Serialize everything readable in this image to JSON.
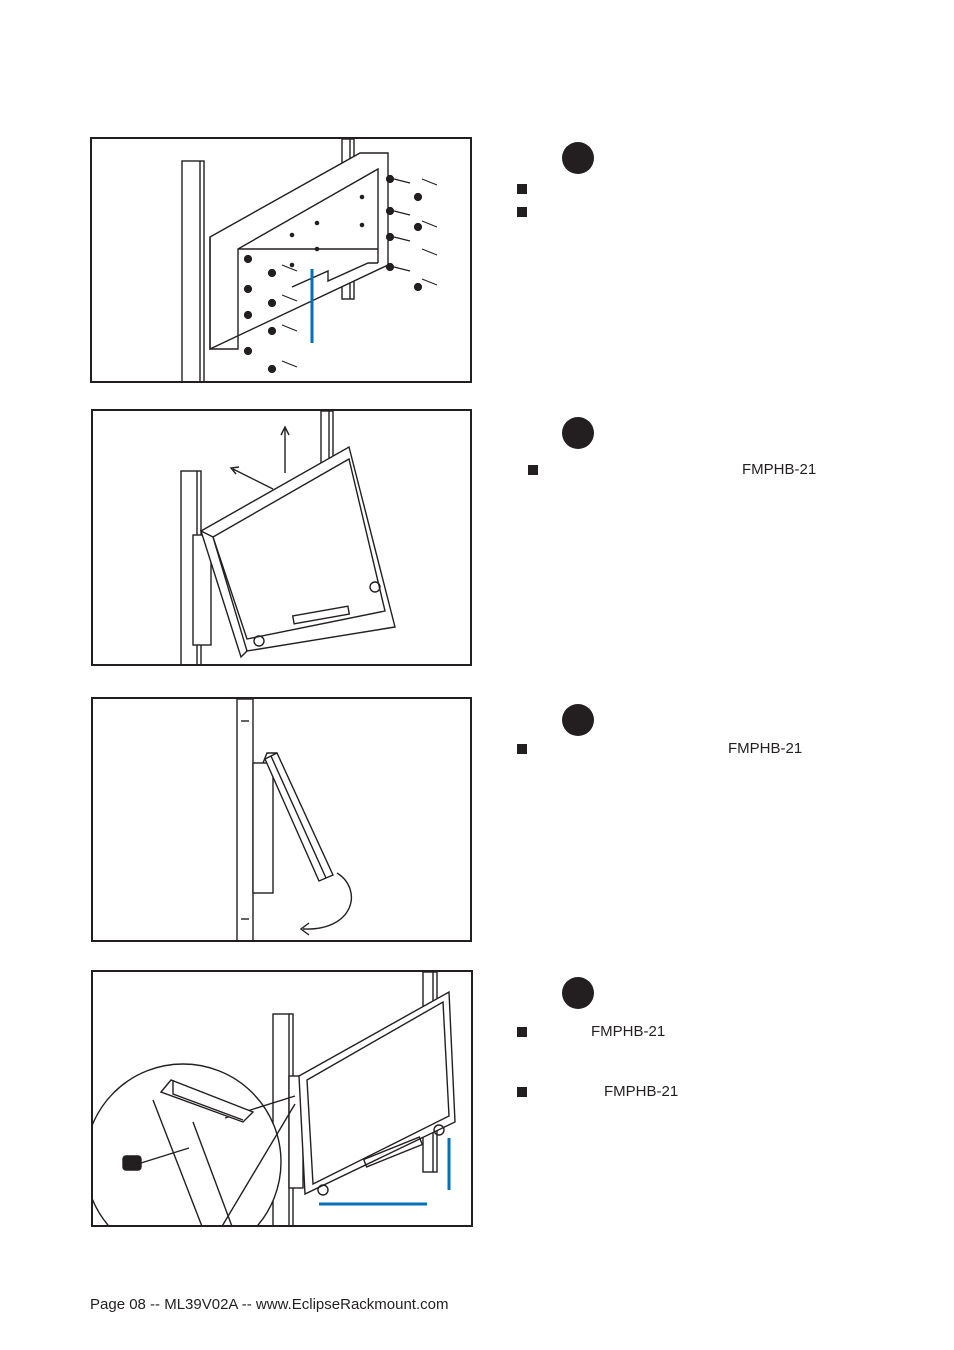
{
  "steps": [
    {
      "model_label": ""
    },
    {
      "model_label": "FMPHB-21"
    },
    {
      "model_label": "FMPHB-21"
    },
    {
      "model_label_1": "FMPHB-21",
      "model_label_2": "FMPHB-21"
    }
  ],
  "footer": {
    "text": "Page 08 -- ML39V02A -- www.EclipseRackmount.com"
  },
  "colors": {
    "ink": "#231f20",
    "accent": "#0072bc"
  }
}
